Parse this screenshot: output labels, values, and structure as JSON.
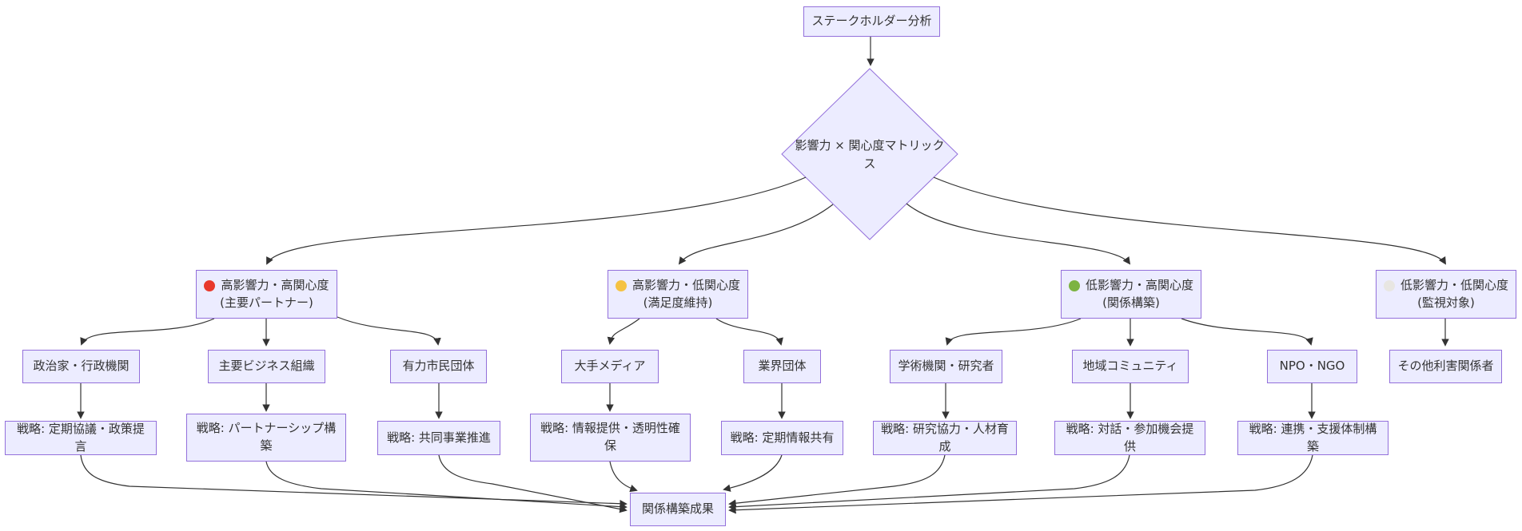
{
  "colors": {
    "node_fill": "#ECECFF",
    "node_border": "#9370DB",
    "edge": "#333333",
    "red_circle": "#e8382c",
    "yellow_circle": "#f5c243",
    "green_circle": "#7cb342",
    "white_circle": "#e8e6e2"
  },
  "nodes": {
    "root": "ステークホルダー分析",
    "matrix": "影響力 × 関心度マトリックス",
    "categories": [
      {
        "icon": "red-circle",
        "title": "高影響力・高関心度",
        "subtitle": "(主要パートナー)"
      },
      {
        "icon": "yellow-circle",
        "title": "高影響力・低関心度",
        "subtitle": "(満足度維持)"
      },
      {
        "icon": "green-circle",
        "title": "低影響力・高関心度",
        "subtitle": "(関係構築)"
      },
      {
        "icon": "white-circle",
        "title": "低影響力・低関心度",
        "subtitle": "(監視対象)"
      }
    ],
    "stakeholders": [
      "政治家・行政機関",
      "主要ビジネス組織",
      "有力市民団体",
      "大手メディア",
      "業界団体",
      "学術機関・研究者",
      "地域コミュニティ",
      "NPO・NGO",
      "その他利害関係者"
    ],
    "strategies": [
      "戦略: 定期協議・政策提言",
      "戦略: パートナーシップ構築",
      "戦略: 共同事業推進",
      "戦略: 情報提供・透明性確保",
      "戦略: 定期情報共有",
      "戦略: 研究協力・人材育成",
      "戦略: 対話・参加機会提供",
      "戦略: 連携・支援体制構築"
    ],
    "outcome": "関係構築成果"
  },
  "edges": [
    {
      "from": "ステークホルダー分析",
      "to": "影響力 × 関心度マトリックス"
    },
    {
      "from": "影響力 × 関心度マトリックス",
      "to": "高影響力・高関心度 (主要パートナー)"
    },
    {
      "from": "影響力 × 関心度マトリックス",
      "to": "高影響力・低関心度 (満足度維持)"
    },
    {
      "from": "影響力 × 関心度マトリックス",
      "to": "低影響力・高関心度 (関係構築)"
    },
    {
      "from": "影響力 × 関心度マトリックス",
      "to": "低影響力・低関心度 (監視対象)"
    },
    {
      "from": "高影響力・高関心度 (主要パートナー)",
      "to": "政治家・行政機関"
    },
    {
      "from": "高影響力・高関心度 (主要パートナー)",
      "to": "主要ビジネス組織"
    },
    {
      "from": "高影響力・高関心度 (主要パートナー)",
      "to": "有力市民団体"
    },
    {
      "from": "高影響力・低関心度 (満足度維持)",
      "to": "大手メディア"
    },
    {
      "from": "高影響力・低関心度 (満足度維持)",
      "to": "業界団体"
    },
    {
      "from": "低影響力・高関心度 (関係構築)",
      "to": "学術機関・研究者"
    },
    {
      "from": "低影響力・高関心度 (関係構築)",
      "to": "地域コミュニティ"
    },
    {
      "from": "低影響力・高関心度 (関係構築)",
      "to": "NPO・NGO"
    },
    {
      "from": "低影響力・低関心度 (監視対象)",
      "to": "その他利害関係者"
    },
    {
      "from": "政治家・行政機関",
      "to": "戦略: 定期協議・政策提言"
    },
    {
      "from": "主要ビジネス組織",
      "to": "戦略: パートナーシップ構築"
    },
    {
      "from": "有力市民団体",
      "to": "戦略: 共同事業推進"
    },
    {
      "from": "大手メディア",
      "to": "戦略: 情報提供・透明性確保"
    },
    {
      "from": "業界団体",
      "to": "戦略: 定期情報共有"
    },
    {
      "from": "学術機関・研究者",
      "to": "戦略: 研究協力・人材育成"
    },
    {
      "from": "地域コミュニティ",
      "to": "戦略: 対話・参加機会提供"
    },
    {
      "from": "NPO・NGO",
      "to": "戦略: 連携・支援体制構築"
    },
    {
      "from": "戦略: 定期協議・政策提言",
      "to": "関係構築成果"
    },
    {
      "from": "戦略: パートナーシップ構築",
      "to": "関係構築成果"
    },
    {
      "from": "戦略: 共同事業推進",
      "to": "関係構築成果"
    },
    {
      "from": "戦略: 情報提供・透明性確保",
      "to": "関係構築成果"
    },
    {
      "from": "戦略: 定期情報共有",
      "to": "関係構築成果"
    },
    {
      "from": "戦略: 研究協力・人材育成",
      "to": "関係構築成果"
    },
    {
      "from": "戦略: 対話・参加機会提供",
      "to": "関係構築成果"
    },
    {
      "from": "戦略: 連携・支援体制構築",
      "to": "関係構築成果"
    }
  ]
}
